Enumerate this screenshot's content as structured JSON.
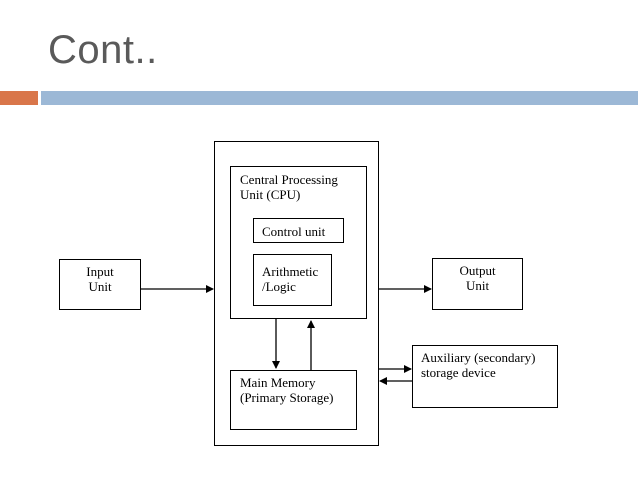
{
  "slide": {
    "title": "Cont.."
  },
  "theme": {
    "accent": "#d9764a",
    "rule": "#9cb8d6",
    "title_color": "#5a5a5a"
  },
  "diagram": {
    "input_unit": "Input\nUnit",
    "cpu": "Central Processing\nUnit (CPU)",
    "control_unit": "Control unit",
    "alu": "Arithmetic\n/Logic",
    "main_memory": "Main Memory\n(Primary Storage)",
    "output_unit": "Output\nUnit",
    "auxiliary_storage": "Auxiliary (secondary)\nstorage device"
  }
}
